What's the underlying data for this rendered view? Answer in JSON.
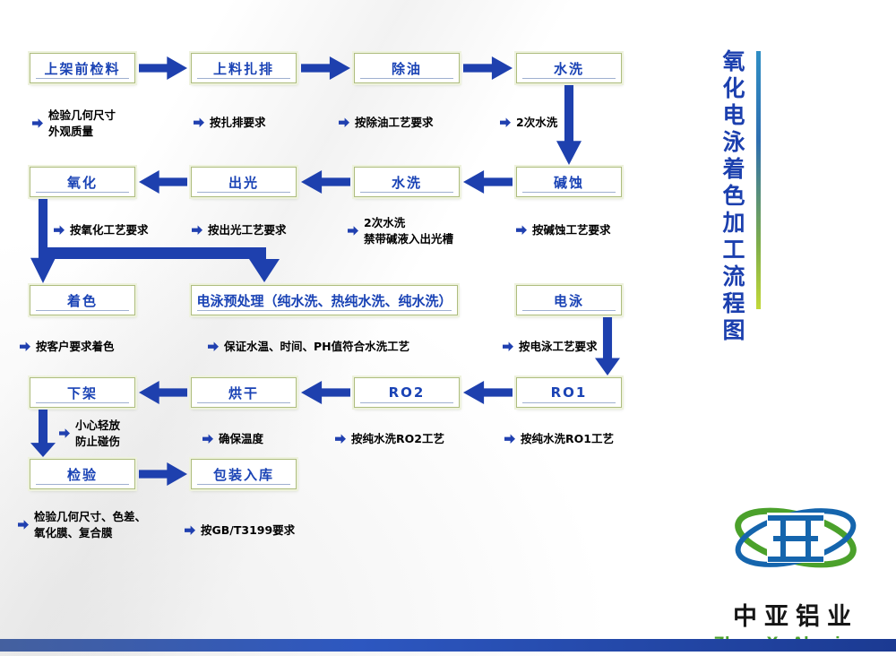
{
  "page": {
    "vertical_title": "氧化电泳着色加工流程图"
  },
  "flowchart": {
    "row1": {
      "steps": [
        "上架前检料",
        "上料扎排",
        "除油",
        "水洗"
      ],
      "notes": [
        "检验几何尺寸\n外观质量",
        "按扎排要求",
        "按除油工艺要求",
        "2次水洗"
      ]
    },
    "row2": {
      "steps": [
        "氧化",
        "出光",
        "水洗",
        "碱蚀"
      ],
      "notes": [
        "按氧化工艺要求",
        "按出光工艺要求",
        "2次水洗\n禁带碱液入出光槽",
        "按碱蚀工艺要求"
      ]
    },
    "row3": {
      "steps": [
        "着色",
        "电泳预处理（纯水洗、热纯水洗、纯水洗）",
        "电泳"
      ],
      "notes": [
        "按客户要求着色",
        "保证水温、时间、PH值符合水洗工艺",
        "按电泳工艺要求"
      ]
    },
    "row4": {
      "steps": [
        "下架",
        "烘干",
        "RO2",
        "RO1"
      ],
      "notes": [
        "小心轻放\n防止碰伤",
        "确保温度",
        "按纯水洗RO2工艺",
        "按纯水洗RO1工艺"
      ]
    },
    "row5": {
      "steps": [
        "检验",
        "包装入库"
      ],
      "notes": [
        "检验几何尺寸、色差、\n氧化膜、复合膜",
        "按GB/T3199要求"
      ]
    }
  },
  "logo": {
    "cn": "中亚铝业",
    "en": "ZhongYa Aluminum"
  },
  "colors": {
    "box_text_blue": "#1a43b5",
    "arrow_blue": "#1e40ae",
    "box_border_green": "#aebd7e",
    "title_blue": "#1b3fae",
    "logo_green": "#4ba12b",
    "logo_blue": "#1565ad",
    "bottom_bar_blue": "#2d57c0"
  }
}
